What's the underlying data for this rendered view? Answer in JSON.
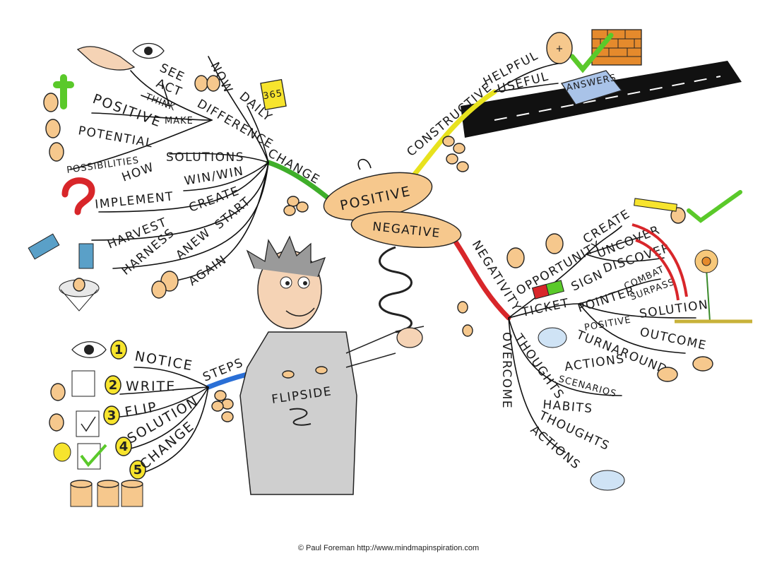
{
  "center": {
    "positive": "POSITIVE",
    "negative": "NEGATIVE",
    "shirt": "FLIPSIDE"
  },
  "change_branch": {
    "main": "CHANGE",
    "now": "NOW",
    "daily": "DAILY",
    "see": "SEE",
    "act": "ACT",
    "think": "THINK",
    "make": "MAKE",
    "difference": "DIFFERENCE",
    "positive": "POSITIVE",
    "potential": "POTENTIAL",
    "possibilities": "POSSIBILITIES",
    "how": "HOW",
    "solutions": "SOLUTIONS",
    "win_win": "WIN/WIN",
    "implement": "IMPLEMENT",
    "create": "CREATE",
    "harvest": "HARVEST",
    "harness": "HARNESS",
    "anew": "ANEW",
    "start": "START",
    "again": "AGAIN",
    "calendar": "365"
  },
  "constructive_branch": {
    "main": "CONSTRUCTIVE",
    "helpful": "HELPFUL",
    "useful": "USEFUL",
    "answers": "ANSWERS"
  },
  "negativity_branch": {
    "main": "NEGATIVITY",
    "opportunity": "OPPORTUNITY",
    "create": "CREATE",
    "uncover": "UNCOVER",
    "discover": "DISCOVER",
    "sign": "SIGN",
    "ticket": "TICKET",
    "pointer": "POINTER",
    "combat": "COMBAT",
    "surpass": "SURPASS",
    "positive": "POSITIVE",
    "solution": "SOLUTION",
    "turnaround": "TURNAROUND",
    "outcome": "OUTCOME",
    "thoughts": "THOUGHTS",
    "actions": "ACTIONS",
    "scenarios": "SCENARIOS",
    "overcome": "OVERCOME",
    "habits": "HABITS",
    "thoughts2": "THOUGHTS",
    "actions2": "ACTIONS"
  },
  "steps_branch": {
    "main": "STEPS",
    "items": [
      {
        "num": "1",
        "label": "NOTICE"
      },
      {
        "num": "2",
        "label": "WRITE"
      },
      {
        "num": "3",
        "label": "FLIP"
      },
      {
        "num": "4",
        "label": "SOLUTION"
      },
      {
        "num": "5",
        "label": "CHANGE"
      }
    ]
  },
  "footer": "© Paul Foreman http://www.mindmapinspiration.com",
  "colors": {
    "coin": "#f6c88d",
    "change_branch": "#3fae2a",
    "constructive_branch": "#e8e21e",
    "negativity_branch": "#d8262a",
    "steps_branch": "#2a6fd6",
    "number_coin": "#f7e42d",
    "road": "#111111",
    "shirt": "#cfcfcf"
  },
  "icons": [
    "eye-icon",
    "pointing-hand-icon",
    "question-mark-icon",
    "lightbulb-icon",
    "check-mark-icon",
    "brick-wall-icon",
    "road-icon",
    "book-icon",
    "flower-icon",
    "spring-icon",
    "thought-cloud-icon",
    "sign-ticket-icon",
    "coin-stack-icon"
  ]
}
